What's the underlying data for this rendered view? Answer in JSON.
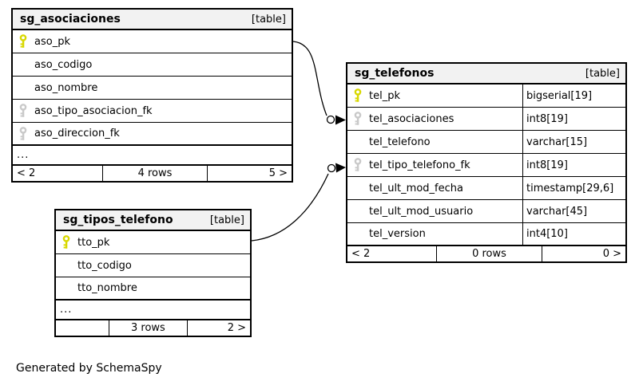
{
  "note": "Generated by SchemaSpy",
  "colors": {
    "header_bg": "#f2f2f2",
    "border": "#000000",
    "primary_key": "#d8d800",
    "foreign_key": "#c9c9c9"
  },
  "tables": [
    {
      "name": "sg_asociaciones",
      "tag": "[table]",
      "columns": [
        {
          "name": "aso_pk",
          "key": "pk",
          "type": ""
        },
        {
          "name": "aso_codigo",
          "key": "",
          "type": ""
        },
        {
          "name": "aso_nombre",
          "key": "",
          "type": ""
        },
        {
          "name": "aso_tipo_asociacion_fk",
          "key": "fk",
          "type": ""
        },
        {
          "name": "aso_direccion_fk",
          "key": "fk",
          "type": ""
        }
      ],
      "truncated": "...",
      "footer": {
        "left": "< 2",
        "center": "4 rows",
        "right": "5 >"
      }
    },
    {
      "name": "sg_telefonos",
      "tag": "[table]",
      "columns": [
        {
          "name": "tel_pk",
          "key": "pk",
          "type": "bigserial[19]"
        },
        {
          "name": "tel_asociaciones",
          "key": "fk",
          "type": "int8[19]"
        },
        {
          "name": "tel_telefono",
          "key": "",
          "type": "varchar[15]"
        },
        {
          "name": "tel_tipo_telefono_fk",
          "key": "fk",
          "type": "int8[19]"
        },
        {
          "name": "tel_ult_mod_fecha",
          "key": "",
          "type": "timestamp[29,6]"
        },
        {
          "name": "tel_ult_mod_usuario",
          "key": "",
          "type": "varchar[45]"
        },
        {
          "name": "tel_version",
          "key": "",
          "type": "int4[10]"
        }
      ],
      "footer": {
        "left": "< 2",
        "center": "0 rows",
        "right": "0 >"
      }
    },
    {
      "name": "sg_tipos_telefono",
      "tag": "[table]",
      "columns": [
        {
          "name": "tto_pk",
          "key": "pk",
          "type": ""
        },
        {
          "name": "tto_codigo",
          "key": "",
          "type": ""
        },
        {
          "name": "tto_nombre",
          "key": "",
          "type": ""
        }
      ],
      "truncated": "...",
      "footer": {
        "left": "",
        "center": "3 rows",
        "right": "2 >"
      }
    }
  ],
  "relationships": [
    {
      "from_table": "sg_asociaciones",
      "from_column": "aso_pk",
      "to_table": "sg_telefonos",
      "to_column": "tel_asociaciones"
    },
    {
      "from_table": "sg_tipos_telefono",
      "from_column": "tto_pk",
      "to_table": "sg_telefonos",
      "to_column": "tel_tipo_telefono_fk"
    }
  ]
}
